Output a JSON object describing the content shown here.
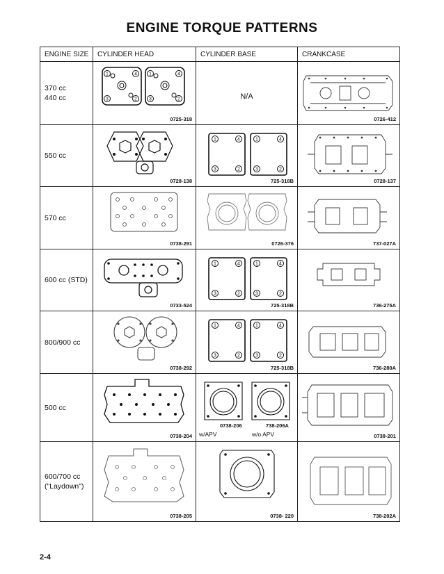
{
  "title": "ENGINE TORQUE PATTERNS",
  "columns": [
    "ENGINE SIZE",
    "CYLINDER HEAD",
    "CYLINDER BASE",
    "CRANKCASE"
  ],
  "na_text": "N/A",
  "rows": [
    {
      "size": [
        "370 cc",
        "440 cc"
      ],
      "head_fig": "0725-318",
      "base_fig": "",
      "crank_fig": "0726-412"
    },
    {
      "size": [
        "550 cc"
      ],
      "head_fig": "0728-138",
      "base_fig": "725-318B",
      "crank_fig": "0728-137"
    },
    {
      "size": [
        "570 cc"
      ],
      "head_fig": "0738-291",
      "base_fig": "0726-376",
      "crank_fig": "737-027A"
    },
    {
      "size": [
        "600 cc (STD)"
      ],
      "head_fig": "0733-524",
      "base_fig": "725-318B",
      "crank_fig": "736-275A"
    },
    {
      "size": [
        "800/900 cc"
      ],
      "head_fig": "0738-292",
      "base_fig": "725-318B",
      "crank_fig": "736-280A"
    },
    {
      "size": [
        "500 cc"
      ],
      "head_fig": "0738-204",
      "base_fig": "",
      "crank_fig": "0738-201",
      "base_sub": [
        {
          "fig": "0738-206",
          "label": "w/APV"
        },
        {
          "fig": "738-206A",
          "label": "w/o APV"
        }
      ]
    },
    {
      "size": [
        "600/700 cc",
        "(\"Laydown\")"
      ],
      "head_fig": "0738-205",
      "base_fig": "0738- 220",
      "crank_fig": "738-202A"
    }
  ],
  "page_number": "2-4"
}
